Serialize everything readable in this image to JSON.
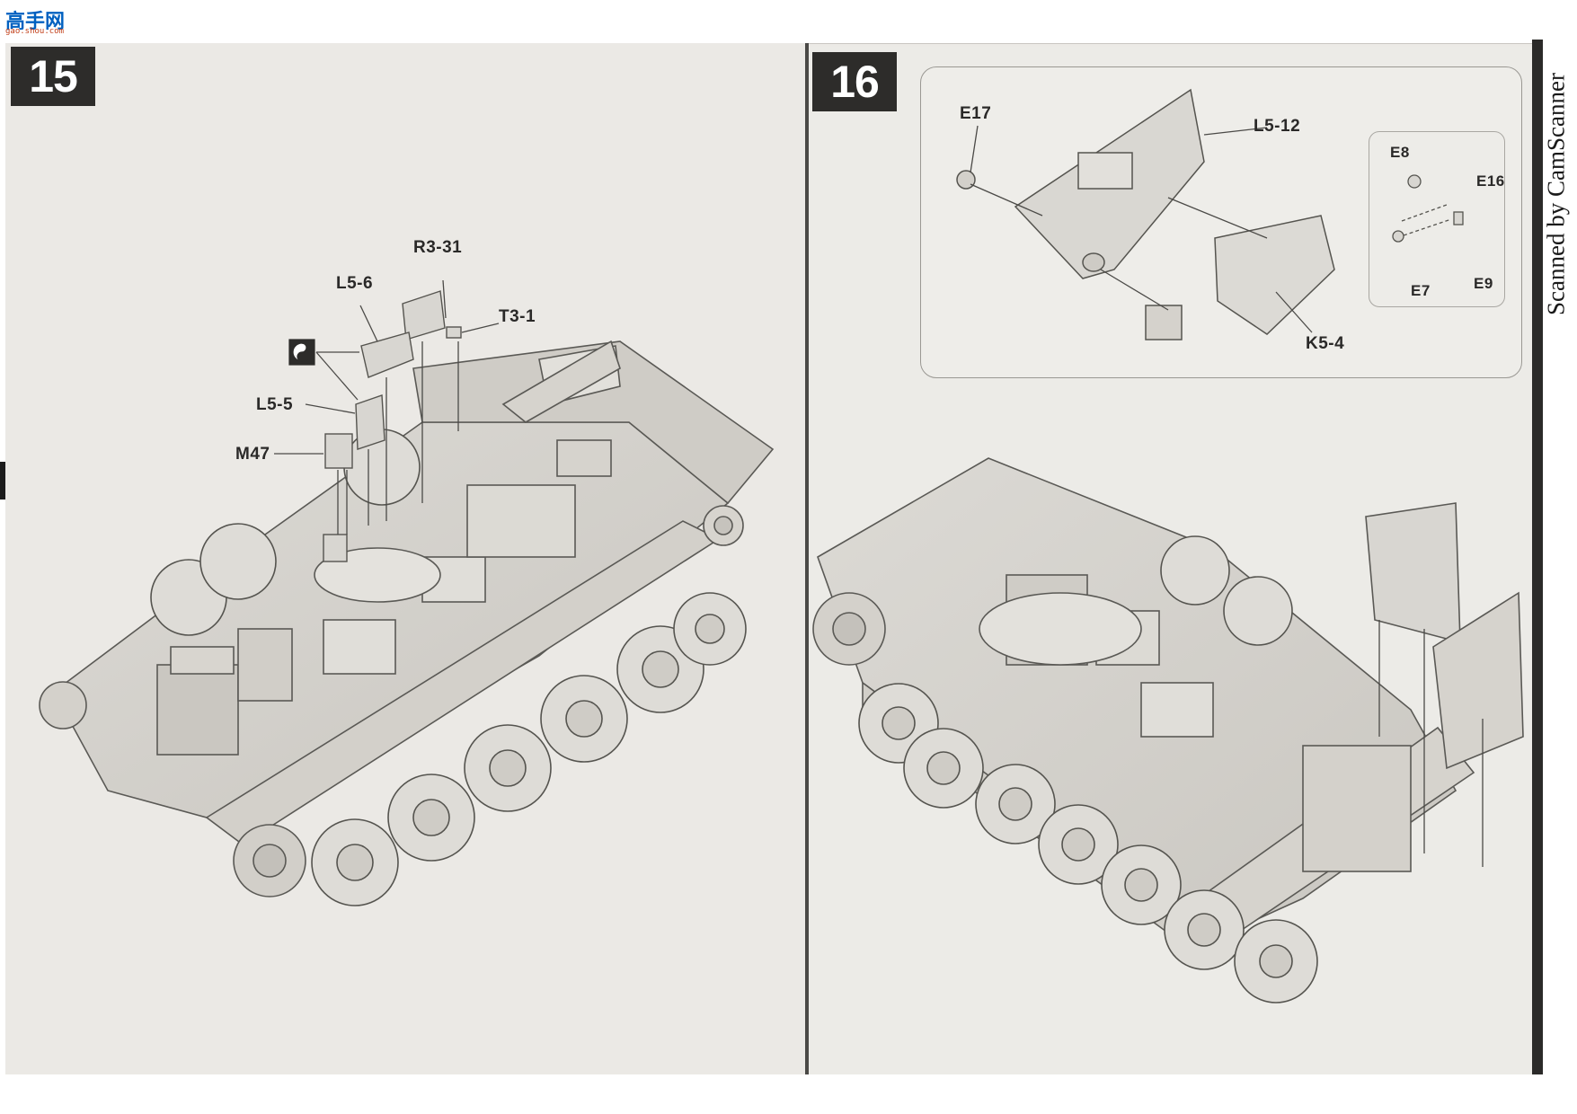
{
  "watermark": {
    "logo": "高手网",
    "site": "gao.shou.com"
  },
  "scanner_text": "Scanned by CamScanner",
  "steps": [
    {
      "number": "15",
      "parts": [
        "R3-31",
        "L5-6",
        "T3-1",
        "L5-5",
        "M47"
      ]
    },
    {
      "number": "16",
      "parts": [
        "E17",
        "L5-12",
        "E8",
        "E16",
        "E7",
        "E9",
        "K5-4"
      ]
    }
  ],
  "icons": {
    "glue_symbol": "yin-yang-icon"
  },
  "colors": {
    "page": "#ebe9e5",
    "step_box": "#2d2c2a",
    "line": "#5b5a57"
  }
}
